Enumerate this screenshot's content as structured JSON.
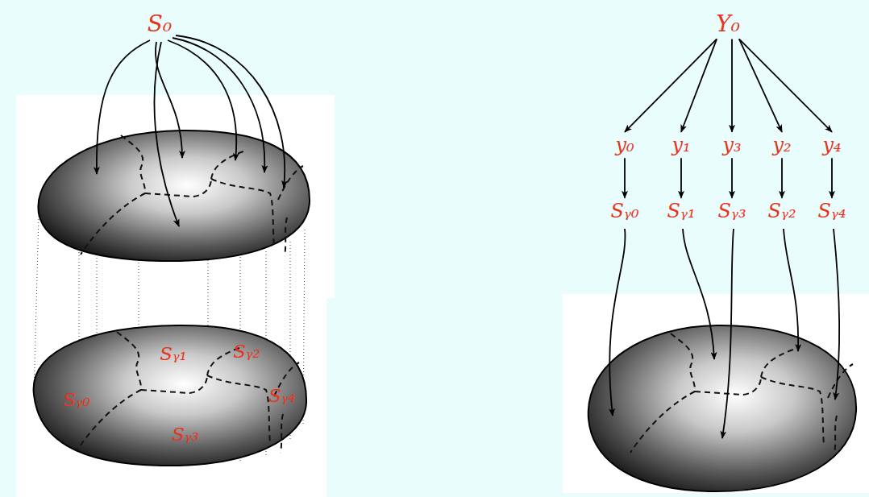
{
  "diagram": {
    "nodes": [
      {
        "text": [
          "S₀"
        ]
      },
      {
        "text": [
          "Y₀"
        ]
      },
      {
        "text": [
          "y₀"
        ]
      },
      {
        "text": [
          "y₁"
        ]
      },
      {
        "text": [
          "y₃"
        ]
      },
      {
        "text": [
          "y₂"
        ]
      },
      {
        "text": [
          "y₄"
        ]
      },
      {
        "text": [
          "Sᵧ₀"
        ]
      },
      {
        "text": [
          "Sᵧ₁"
        ]
      },
      {
        "text": [
          "Sᵧ₃"
        ]
      },
      {
        "text": [
          "Sᵧ₂"
        ]
      },
      {
        "text": [
          "Sᵧ₄"
        ]
      }
    ],
    "edges": [
      {
        "from": 1,
        "to": 2,
        "arrow": "to"
      },
      {
        "from": 1,
        "to": 3,
        "arrow": "to"
      },
      {
        "from": 1,
        "to": 4,
        "arrow": "to"
      },
      {
        "from": 1,
        "to": 5,
        "arrow": "to"
      },
      {
        "from": 1,
        "to": 6,
        "arrow": "to"
      },
      {
        "from": 2,
        "to": 7,
        "arrow": "to"
      },
      {
        "from": 3,
        "to": 8,
        "arrow": "to"
      },
      {
        "from": 4,
        "to": 9,
        "arrow": "to"
      },
      {
        "from": 5,
        "to": 10,
        "arrow": "to"
      },
      {
        "from": 6,
        "to": 11,
        "arrow": "to"
      }
    ],
    "labels": [
      "Sᵧ₁",
      "Sᵧ₂",
      "Sᵧ₀",
      "Sᵧ₄",
      "Sᵧ₃"
    ]
  }
}
